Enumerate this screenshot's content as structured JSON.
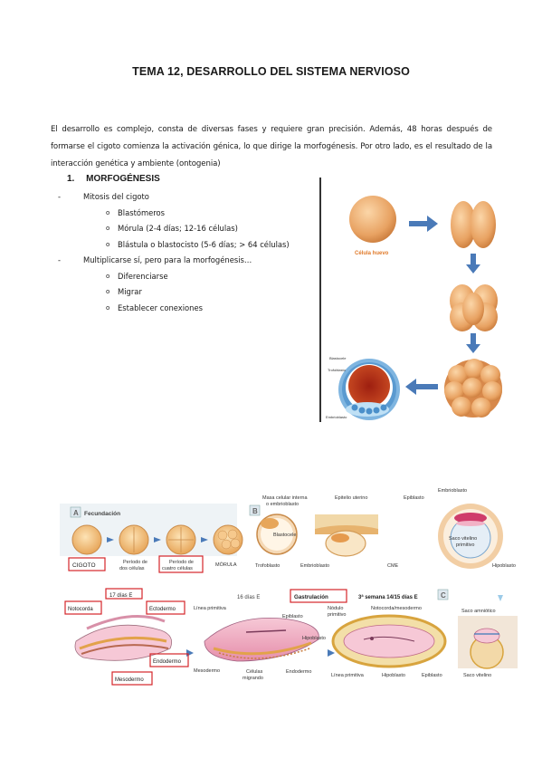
{
  "title": "TEMA 12, DESARROLLO DEL SISTEMA NERVIOSO",
  "intro": "El desarrollo es complejo, consta de diversas fases y requiere gran precisión. Además, 48 horas después de formarse el cigoto comienza la activación génica, lo que dirige la morfogénesis. Por otro lado, es el resultado de la interacción genética y ambiente (ontogenia)",
  "section": {
    "number": "1.",
    "heading": "MORFOGÉNESIS"
  },
  "list": {
    "item1": "Mitosis del cigoto",
    "item1_sub": [
      "Blastómeros",
      "Mórula (2-4 días; 12-16 células)",
      "Blástula o blastocisto (5-6 días; > 64 células)"
    ],
    "item2": "Multiplicarse sí, pero para la morfogénesis…",
    "item2_sub": [
      "Diferenciarse",
      "Migrar",
      "Establecer conexiones"
    ]
  },
  "figure1": {
    "label_egg": "Célula huevo",
    "label_blastocele": "Blastocele",
    "label_trofoblasto": "Trofoblasto",
    "label_embrioblasto": "Embrioblasto"
  },
  "figure2": {
    "panel_a": "A",
    "panel_b": "B",
    "panel_c": "C",
    "fecundacion": "Fecundación",
    "cigoto": "CIGOTO",
    "periodo_dos": "Período de",
    "periodo_dos_2": "dos células",
    "periodo_cuatro": "Período de",
    "periodo_cuatro_2": "cuatro células",
    "morula": "MÓRULA",
    "masa_celular": "Masa celular interna",
    "masa_celular_2": "o embrioblasto",
    "blastocele": "Blastocele",
    "trofoblasto": "Trofoblasto",
    "embrioblasto": "Embrioblasto",
    "epitelio": "Epitelio uterino",
    "epiblasto_top": "Epiblasto",
    "embrioblasto_top": "Embrioblasto",
    "saco_vitelino_primitivo": "Saco vitelino",
    "saco_vitelino_primitivo_2": "primitivo",
    "cme": "CME",
    "hipoblasto_top": "Hipoblasto",
    "dias17": "17 días E",
    "notocorda": "Notocorda",
    "ectodermo": "Ectodermo",
    "endodermo": "Endodermo",
    "mesodermo_box": "Mesodermo",
    "dias16": "16 días E",
    "gastrulacion": "Gastrulación",
    "semana3": "3ª semana 14/15 días E",
    "linea_primitiva": "Línea primitiva",
    "epiblasto_mid": "Epiblasto",
    "hipoblasto_mid": "Hipoblasto",
    "mesodermo_mid": "Mesodermo",
    "celulas_migrando": "Células",
    "celulas_migrando_2": "migrando",
    "endodermo_mid": "Endodermo",
    "nodulo": "Nódulo",
    "nodulo_2": "primitivo",
    "notocorda_meso": "Notocorda/mesodermo",
    "linea_primitiva_c": "Línea primitiva",
    "hipoblasto_c": "Hipoblasto",
    "epiblasto_c": "Epiblasto",
    "saco_amniotico": "Saco amniótico",
    "saco_vitelino": "Saco vitelino"
  },
  "colors": {
    "arrow_blue": "#4a7ab8",
    "cell_orange": "#e8a262",
    "label_orange": "#e07a2a",
    "box_red": "#d4252a",
    "tissue_pink": "#f2b2c6"
  }
}
